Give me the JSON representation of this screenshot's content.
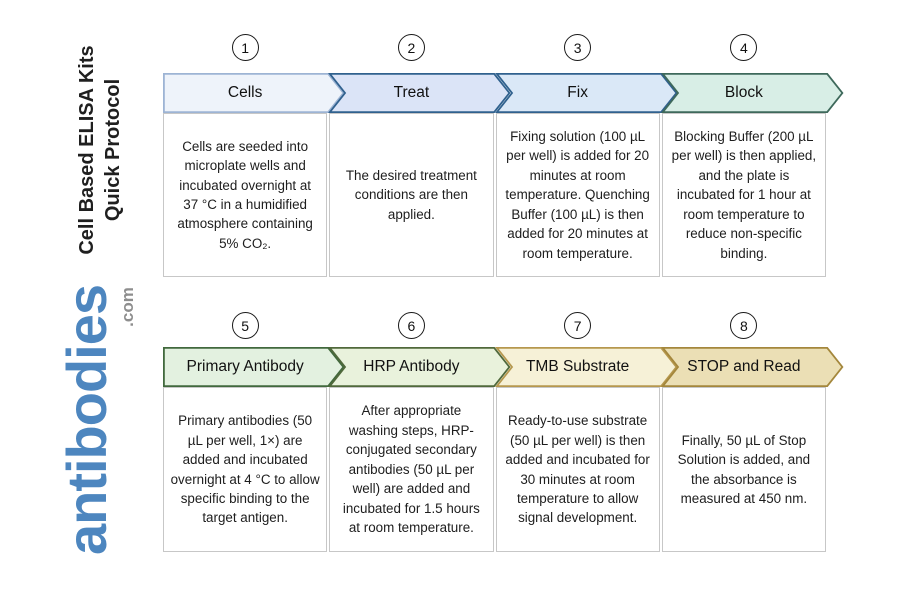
{
  "branding": {
    "title_line1": "Cell Based ELISA Kits",
    "title_line2": "Quick Protocol",
    "logo_text": "antibodies",
    "logo_suffix": ".com",
    "logo_color": "#4d86bf",
    "logo_suffix_color": "#8e8e8e"
  },
  "steps": [
    {
      "number": "1",
      "title": "Cells",
      "fill": "#eef3fa",
      "stroke": "#9db4d4",
      "description": "Cells are seeded into microplate wells and incubated overnight at 37 °C in a humidified atmosphere containing 5% CO₂."
    },
    {
      "number": "2",
      "title": "Treat",
      "fill": "#dbe4f7",
      "stroke": "#30618e",
      "description": "The desired treatment conditions are then applied."
    },
    {
      "number": "3",
      "title": "Fix",
      "fill": "#dae8f7",
      "stroke": "#30618e",
      "description": "Fixing solution (100 µL per well) is added for 20 minutes at room temperature. Quenching Buffer (100 µL) is then added for 20 minutes at room temperature."
    },
    {
      "number": "4",
      "title": "Block",
      "fill": "#d8eee6",
      "stroke": "#3e695b",
      "description": "Blocking Buffer (200 µL per well) is then applied, and the plate is incubated for 1 hour at room temperature to reduce non-specific binding."
    },
    {
      "number": "5",
      "title": "Primary Antibody",
      "fill": "#e3f1e0",
      "stroke": "#41693d",
      "description": "Primary antibodies (50 µL per well, 1×) are added and incubated overnight at 4 °C to allow specific binding to the target antigen."
    },
    {
      "number": "6",
      "title": "HRP Antibody",
      "fill": "#e9f2dc",
      "stroke": "#50693b",
      "description": "After appropriate washing steps, HRP-conjugated secondary antibodies (50 µL per well) are added and incubated for 1.5 hours at room temperature."
    },
    {
      "number": "7",
      "title": "TMB Substrate",
      "fill": "#f6f1d7",
      "stroke": "#b6984e",
      "description": "Ready-to-use substrate (50 µL per well) is then added and incubated for 30 minutes at room temperature to allow signal development."
    },
    {
      "number": "8",
      "title": "STOP and Read",
      "fill": "#ebdfb5",
      "stroke": "#a4873c",
      "description": "Finally, 50 µL of Stop Solution is added, and the absorbance is measured at 450 nm."
    }
  ]
}
